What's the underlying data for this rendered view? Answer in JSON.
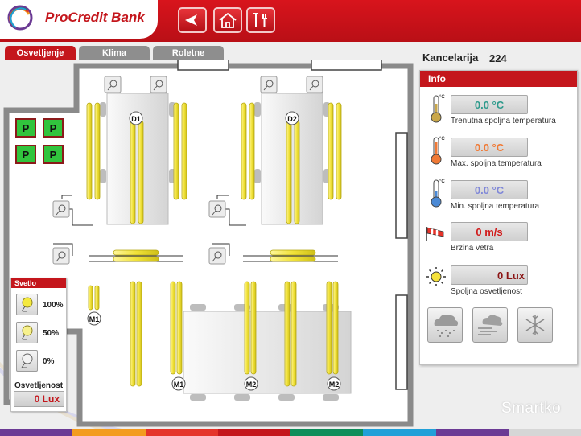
{
  "header": {
    "brand": "ProCredit Bank",
    "logo": "procredit-rainbow-logo",
    "buttons": [
      {
        "icon": "back-arrow-icon"
      },
      {
        "icon": "home-icon"
      },
      {
        "icon": "tools-icon"
      }
    ]
  },
  "tabs": [
    {
      "label": "Osvetljenje",
      "active": true
    },
    {
      "label": "Klima",
      "active": false
    },
    {
      "label": "Roletne",
      "active": false
    }
  ],
  "room": {
    "title": "Kancelarija",
    "number": "224"
  },
  "plan": {
    "switches": [
      "P",
      "P",
      "P",
      "P"
    ],
    "desk_labels": [
      "D1",
      "D2"
    ],
    "motion_labels": [
      "M1",
      "M1",
      "M2",
      "M2"
    ]
  },
  "info": {
    "title": "Info",
    "rows": [
      {
        "value": "0.0 °C",
        "label": "Trenutna spoljna  temperatura",
        "color": "#2e9a8c",
        "icon": "thermometer-icon"
      },
      {
        "value": "0.0 °C",
        "label": "Max. spoljna temperatura",
        "color": "#f07a36",
        "icon": "thermometer-hot-icon"
      },
      {
        "value": "0.0 °C",
        "label": "Min. spoljna  temperatura",
        "color": "#7f87d8",
        "icon": "thermometer-cold-icon"
      },
      {
        "value": "0 m/s",
        "label": "Brzina vetra",
        "color": "#d11a1a",
        "icon": "windsock-icon"
      },
      {
        "value": "0 Lux",
        "label": "Spoljna osvetljenost",
        "color": "#8b1414",
        "icon": "sun-icon"
      }
    ],
    "weather_buttons": [
      "rain-cloud-icon",
      "fog-cloud-icon",
      "snowflake-icon"
    ]
  },
  "svetlo": {
    "title": "Svetlo",
    "levels": [
      {
        "label": "100%",
        "icon": "bulb-full-icon"
      },
      {
        "label": "50%",
        "icon": "bulb-half-icon"
      },
      {
        "label": "0%",
        "icon": "bulb-off-icon"
      }
    ],
    "osvetljenost_label": "Osvetljenost",
    "osvetljenost_value": "0 Lux"
  },
  "watermark": "Smartko",
  "colors": {
    "brand_red": "#c4161c",
    "lamp_yellow": "#f1e23a",
    "switch_green": "#31c43d"
  },
  "strip_colors": [
    "#6b3a94",
    "#f39c1f",
    "#e5342a",
    "#c4161c",
    "#0f8d5a",
    "#21a0d8",
    "#6b3a94",
    "#d6d6d6"
  ]
}
